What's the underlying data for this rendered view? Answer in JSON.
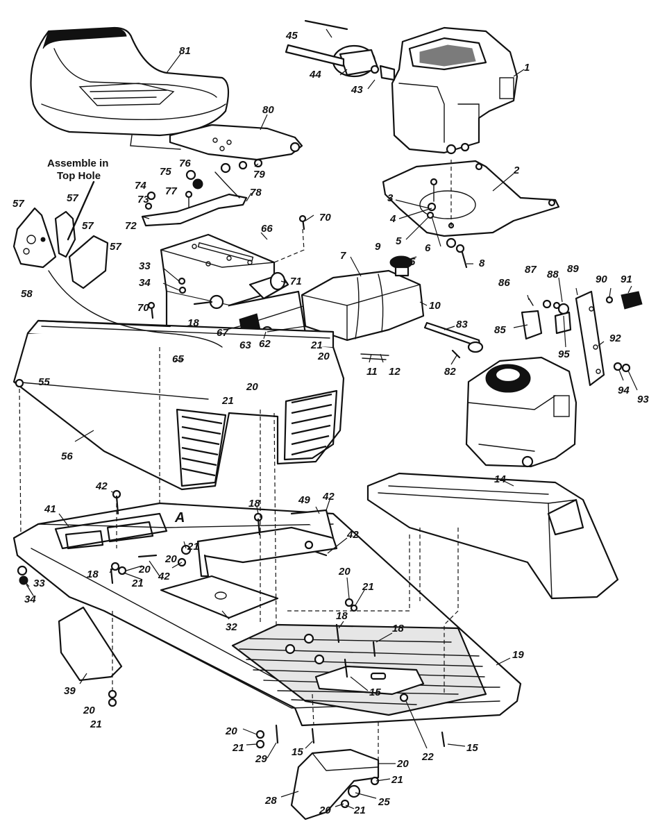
{
  "note": {
    "line1": "Assemble in",
    "line2": "Top Hole"
  },
  "callouts": [
    "81",
    "80",
    "45",
    "44",
    "43",
    "1",
    "2",
    "3",
    "4",
    "5",
    "5",
    "6",
    "8",
    "7",
    "9",
    "10",
    "76",
    "75",
    "74",
    "77",
    "73",
    "78",
    "79",
    "72",
    "70",
    "66",
    "57",
    "57",
    "57",
    "57",
    "58",
    "33",
    "34",
    "71",
    "70",
    "18",
    "67",
    "63",
    "62",
    "21",
    "20",
    "65",
    "21",
    "20",
    "55",
    "11",
    "12",
    "86",
    "87",
    "88",
    "89",
    "90",
    "91",
    "85",
    "83",
    "82",
    "95",
    "92",
    "94",
    "93",
    "56",
    "14",
    "42",
    "41",
    "49",
    "42",
    "18",
    "A",
    "42",
    "20",
    "21",
    "33",
    "34",
    "18",
    "21",
    "20",
    "42",
    "20",
    "21",
    "32",
    "18",
    "18",
    "19",
    "39",
    "15",
    "20",
    "21",
    "22",
    "20",
    "21",
    "29",
    "15",
    "15",
    "20",
    "21",
    "28",
    "25",
    "20",
    "21"
  ],
  "label_A": "A"
}
